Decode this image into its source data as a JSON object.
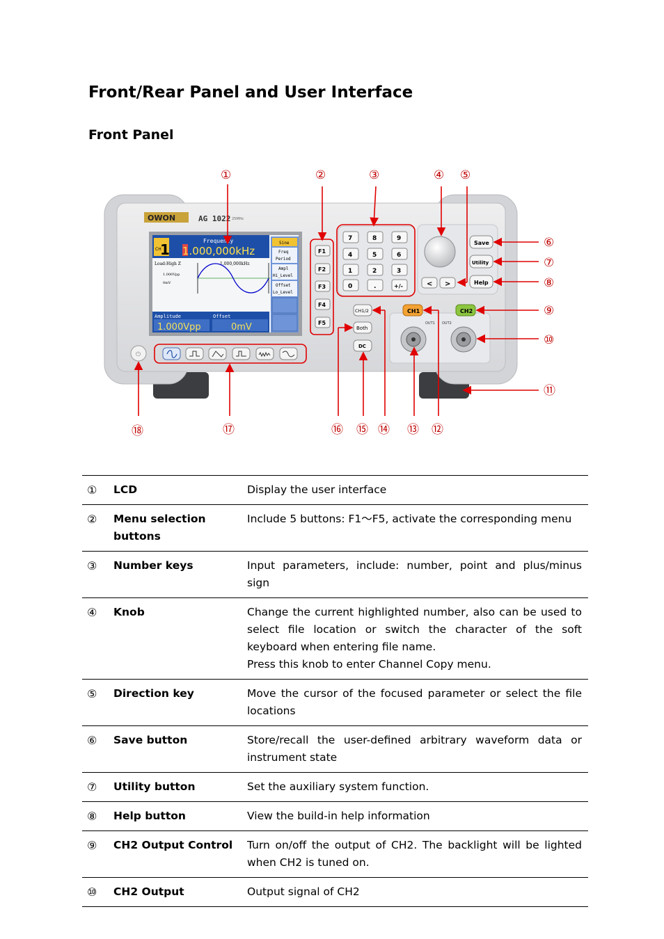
{
  "heading": "Front/Rear Panel and User Interface",
  "subheading": "Front Panel",
  "figure": {
    "brand": "OWON",
    "model": "AG 1022",
    "model_sub": "25MHz",
    "screen": {
      "channel": "1",
      "channel_prefix": "CH",
      "param_title": "Frequency",
      "param_value": "1.000,000kHz",
      "load": "Load:High Z",
      "freq_readout": "1.000,000kHz",
      "amp_readout": "1.000Vpp",
      "offset_readout": "0mV",
      "amp_label": "Amplitude",
      "amp_value": "1.000Vpp",
      "off_label": "Offset",
      "off_value": "0mV",
      "menu": [
        "Sine",
        "Freq",
        "Period",
        "Ampl",
        "Hi_Level",
        "Offset",
        "Lo_Level"
      ]
    },
    "fkeys": [
      "F1",
      "F2",
      "F3",
      "F4",
      "F5"
    ],
    "numkeys": [
      "7",
      "8",
      "9",
      "4",
      "5",
      "6",
      "1",
      "2",
      "3",
      "0",
      ".",
      "+/-"
    ],
    "buttons": {
      "save": "Save",
      "utility": "Utility",
      "help": "Help",
      "ch1": "CH1",
      "ch2": "CH2",
      "ch12": "CH1/2",
      "both": "Both",
      "dc": "DC",
      "out1": "OUT1",
      "out2": "OUT2",
      "left": "<",
      "right": ">"
    },
    "callouts": [
      "①",
      "②",
      "③",
      "④",
      "⑤",
      "⑥",
      "⑦",
      "⑧",
      "⑨",
      "⑩",
      "⑪",
      "⑫",
      "⑬",
      "⑭",
      "⑮",
      "⑯",
      "⑰",
      "⑱"
    ]
  },
  "table": [
    {
      "num": "①",
      "name": "LCD",
      "desc": [
        "Display the user interface"
      ]
    },
    {
      "num": "②",
      "name": "Menu selection buttons",
      "desc": [
        "Include 5 buttons: F1～F5, activate the corresponding menu"
      ]
    },
    {
      "num": "③",
      "name": "Number keys",
      "desc": [
        "Input parameters, include: number, point and plus/minus sign"
      ]
    },
    {
      "num": "④",
      "name": "Knob",
      "desc": [
        "Change the current highlighted number, also can be used to select file location or switch the character of the soft keyboard when entering file name.",
        "Press this knob to enter Channel Copy menu."
      ]
    },
    {
      "num": "⑤",
      "name": "Direction key",
      "desc": [
        "Move the cursor of the focused parameter or select the file locations"
      ]
    },
    {
      "num": "⑥",
      "name": "Save button",
      "desc": [
        "Store/recall the user-defined arbitrary waveform data or instrument state"
      ]
    },
    {
      "num": "⑦",
      "name": "Utility button",
      "desc": [
        "Set the auxiliary system function."
      ]
    },
    {
      "num": "⑧",
      "name": "Help button",
      "desc": [
        "View the build-in help information"
      ]
    },
    {
      "num": "⑨",
      "name": "CH2 Output Control",
      "desc": [
        "Turn on/off the output of CH2. The backlight will be lighted when CH2 is tuned on."
      ]
    },
    {
      "num": "⑩",
      "name": "CH2 Output",
      "desc": [
        "Output signal of CH2"
      ]
    }
  ]
}
